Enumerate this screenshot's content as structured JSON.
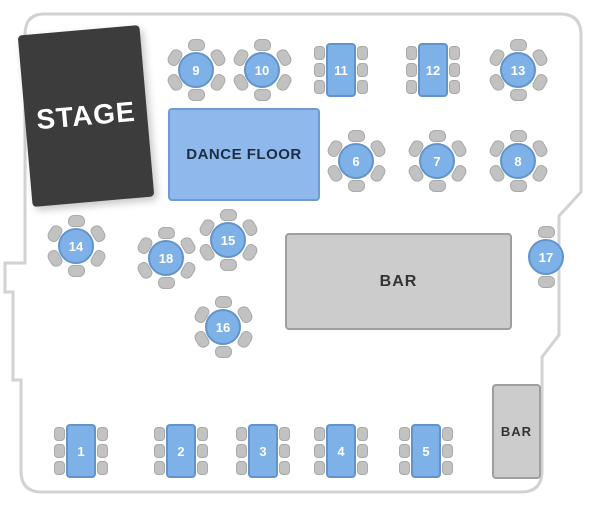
{
  "areas": {
    "stage": {
      "label": "STAGE"
    },
    "dance_floor": {
      "label": "DANCE FLOOR"
    },
    "bar_main": {
      "label": "BAR"
    },
    "bar_small": {
      "label": "BAR"
    }
  },
  "tables": [
    {
      "label": "1",
      "type": "rect"
    },
    {
      "label": "2",
      "type": "rect"
    },
    {
      "label": "3",
      "type": "rect"
    },
    {
      "label": "4",
      "type": "rect"
    },
    {
      "label": "5",
      "type": "rect"
    },
    {
      "label": "6",
      "type": "round"
    },
    {
      "label": "7",
      "type": "round"
    },
    {
      "label": "8",
      "type": "round"
    },
    {
      "label": "9",
      "type": "round"
    },
    {
      "label": "10",
      "type": "round"
    },
    {
      "label": "11",
      "type": "rect"
    },
    {
      "label": "12",
      "type": "rect"
    },
    {
      "label": "13",
      "type": "round"
    },
    {
      "label": "14",
      "type": "round"
    },
    {
      "label": "15",
      "type": "round"
    },
    {
      "label": "16",
      "type": "round"
    },
    {
      "label": "17",
      "type": "round"
    },
    {
      "label": "18",
      "type": "round"
    }
  ],
  "colors": {
    "floor": "#ffffff",
    "wall": "#d2d2d2",
    "stage_fill": "#3c3c3c",
    "stage_text": "#ffffff",
    "dance_fill": "#8fb9ec",
    "dance_border": "#6d9bd2",
    "dance_text": "#1d2e42",
    "bar_fill": "#cccccc",
    "bar_border": "#9f9f9f",
    "bar_text": "#333333",
    "table_fill": "#7db1e8",
    "table_border": "#6394c9",
    "chair_fill": "#c2c2c2",
    "chair_border": "#a9a9a9"
  }
}
